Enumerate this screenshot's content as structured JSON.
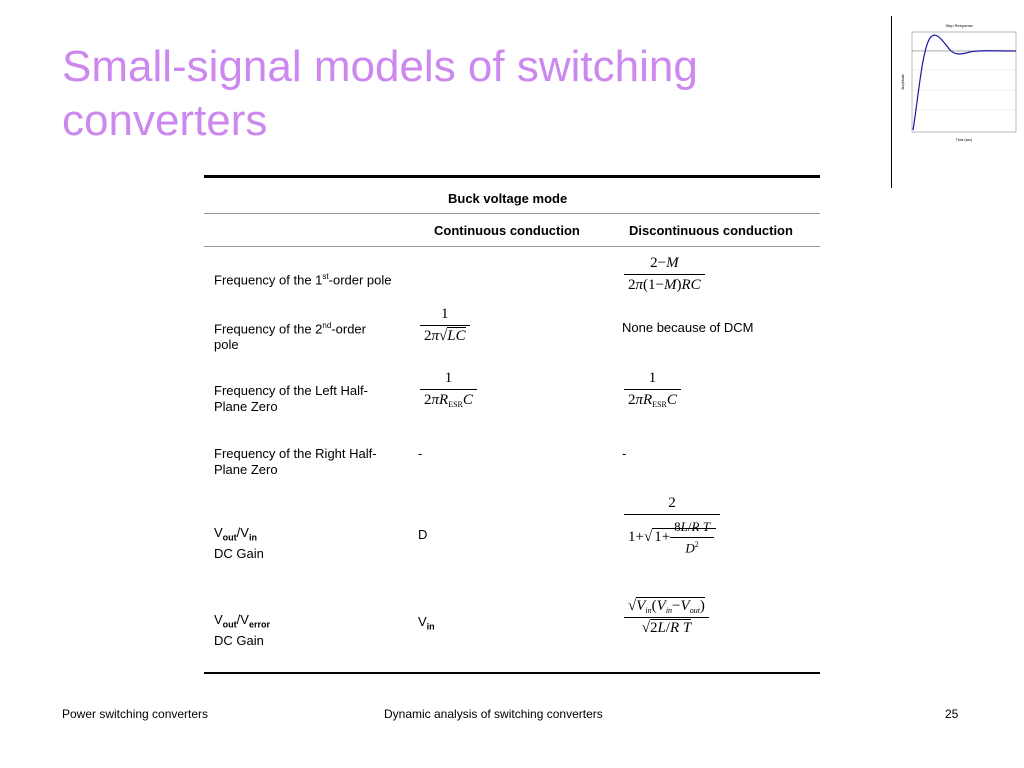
{
  "slide": {
    "title": "Small-signal models of switching converters"
  },
  "thumbnail": {
    "title": "Step Response",
    "ylabel": "Amplitude",
    "xlabel": "Time (sec)"
  },
  "table": {
    "title": "Buck voltage mode",
    "col_continuous": "Continuous conduction",
    "col_discontinuous": "Discontinuous conduction",
    "row1_label_a": "Frequency of the 1",
    "row1_label_sup": "st",
    "row1_label_b": "-order pole",
    "row2_label_a": "Frequency of the 2",
    "row2_label_sup": "nd",
    "row2_label_b": "-order",
    "row2_label_c": "pole",
    "row2_dcm": "None because of DCM",
    "row3_label_a": "Frequency of the Left Half-",
    "row3_label_b": "Plane Zero",
    "row4_label_a": "Frequency of the Right Half-",
    "row4_label_b": "Plane Zero",
    "row4_ccm": "-",
    "row4_dcm": "-",
    "row5_v": "V",
    "row5_out": "out",
    "row5_slash": "/V",
    "row5_in": "in",
    "row5_label_b": "DC Gain",
    "row5_ccm": "D",
    "row6_v": "V",
    "row6_out": "out",
    "row6_slash": "/V",
    "row6_error": "error",
    "row6_label_b": "DC Gain",
    "row6_ccm_v": "V",
    "row6_ccm_in": "in"
  },
  "footer": {
    "left": "Power switching converters",
    "center": "Dynamic analysis of switching converters",
    "page": "25"
  }
}
